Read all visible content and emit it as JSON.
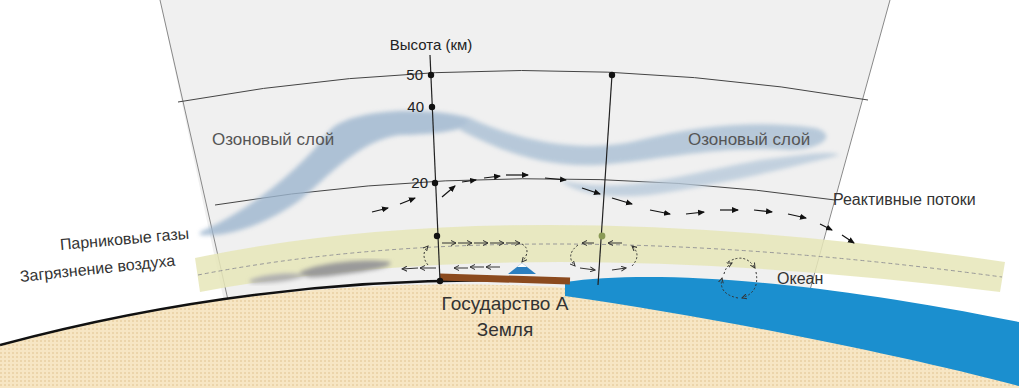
{
  "diagram": {
    "labels": [
      "Высота (км)",
      "50",
      "40",
      "20",
      "Озоновый слой",
      "Озоновый слой",
      "Реактивные потоки",
      "Парниковые газы",
      "Загрязнение воздуха",
      "Государство А",
      "Земля",
      "Океан"
    ]
  }
}
